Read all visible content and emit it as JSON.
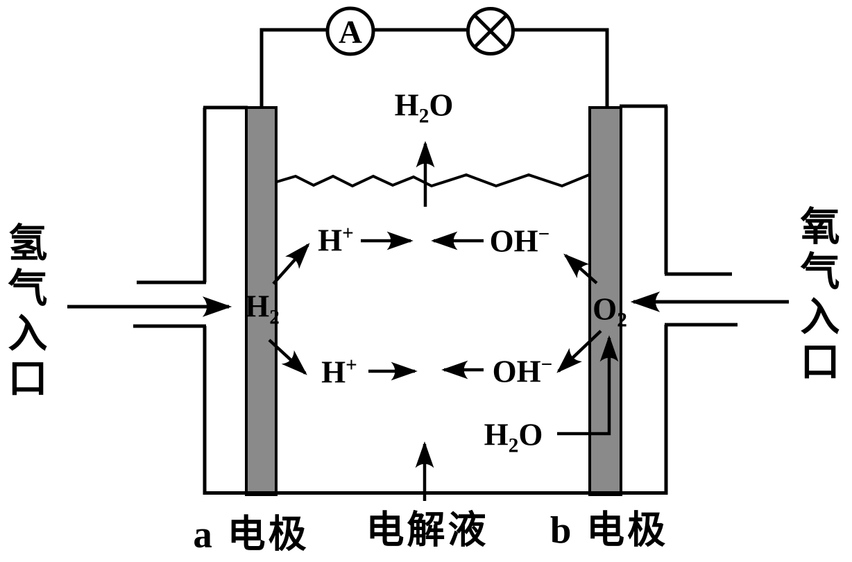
{
  "diagram_type": "hydrogen-oxygen fuel cell schematic",
  "colors": {
    "line": "#000000",
    "electrode_fill": "#8a8a8a",
    "background": "#ffffff"
  },
  "circuit": {
    "ammeter_label": "A",
    "lamp_icon": "circle-with-x"
  },
  "labels": {
    "h2o_top": {
      "m1": "H",
      "sub": "2",
      "m2": "O"
    },
    "h_plus_top": {
      "m": "H",
      "sup": "+"
    },
    "oh_minus_top": {
      "m": "OH",
      "sup": "−"
    },
    "h2": {
      "m": "H",
      "sub": "2"
    },
    "o2": {
      "m": "O",
      "sub": "2"
    },
    "h_plus_bottom": {
      "m": "H",
      "sup": "+"
    },
    "oh_minus_bottom": {
      "m": "OH",
      "sup": "−"
    },
    "h2o_bottom": {
      "m1": "H",
      "sub": "2",
      "m2": "O"
    },
    "hydrogen_inlet": "氢气入口",
    "oxygen_inlet": "氧气入口",
    "electrode_a": "a 电极",
    "electrolyte": "电解液",
    "electrode_b": "b 电极"
  }
}
